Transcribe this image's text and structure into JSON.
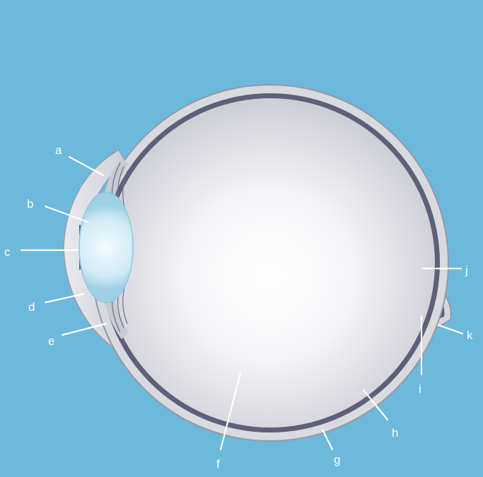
{
  "colors": {
    "background": "#6cb9db",
    "sclera": "#d9dadf",
    "sclera_edge": "#9698a6",
    "choroid": "#5d6079",
    "vitreous_center": "#ffffff",
    "vitreous_edge": "#c9cad1",
    "lens": "#c6e6f1",
    "label": "#ffffff"
  },
  "labels": {
    "a": "a",
    "b": "b",
    "c": "c",
    "d": "d",
    "e": "e",
    "f": "f",
    "g": "g",
    "h": "h",
    "i": "i",
    "j": "j",
    "k": "k"
  }
}
